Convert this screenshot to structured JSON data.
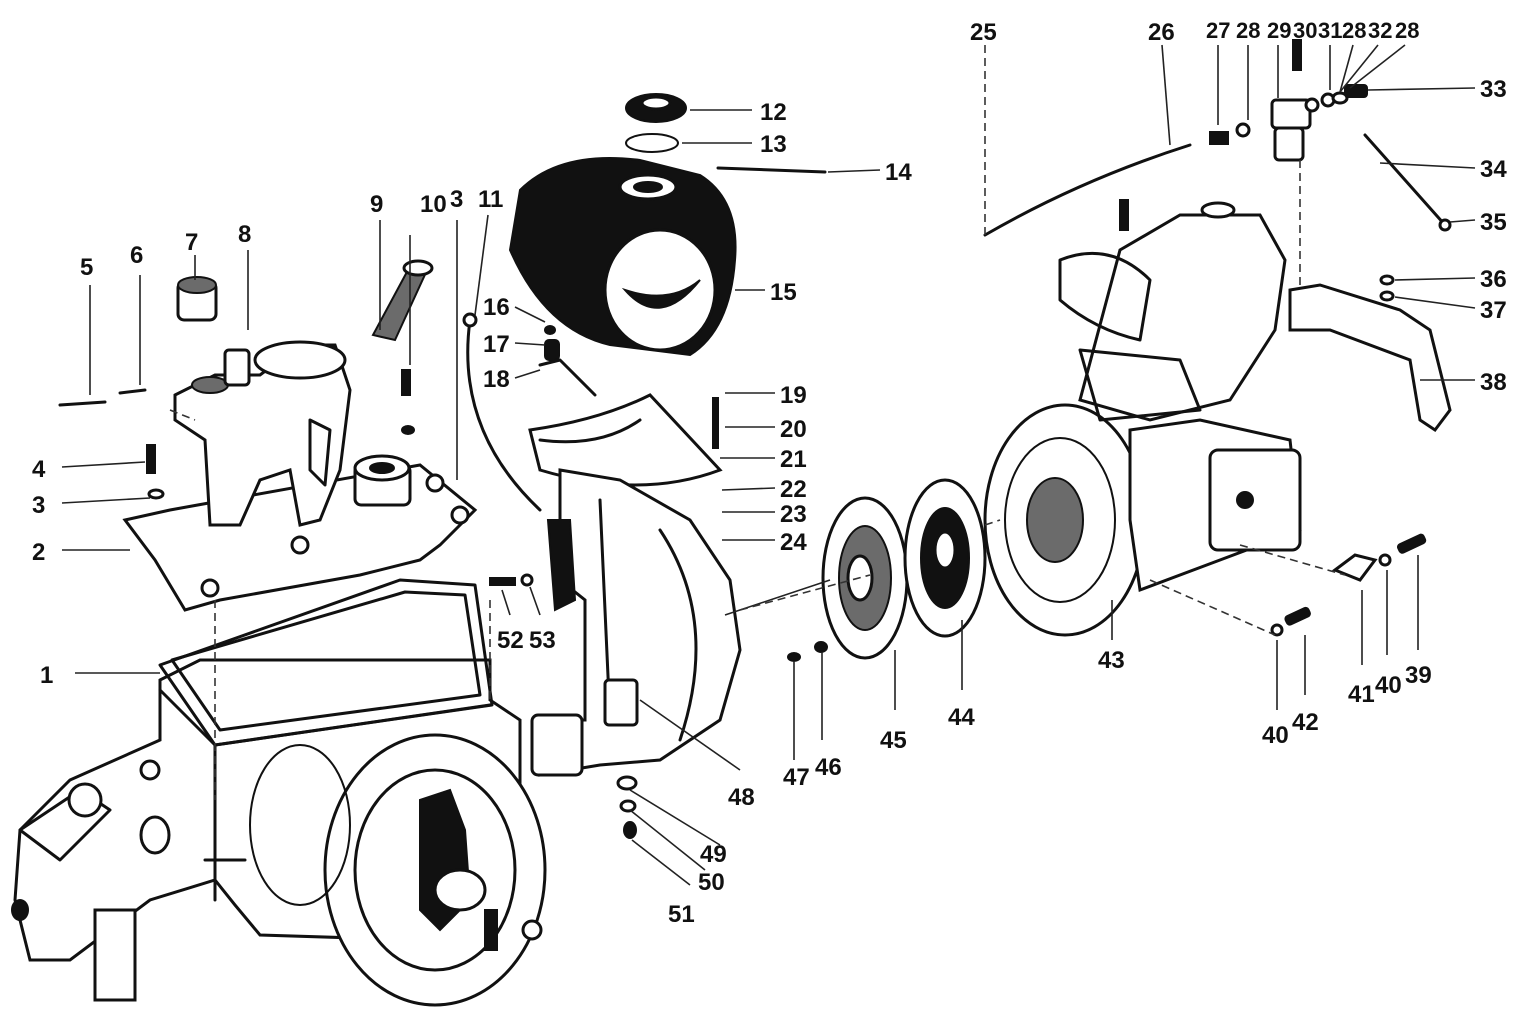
{
  "diagram": {
    "labels": [
      "1",
      "2",
      "3",
      "3",
      "4",
      "5",
      "6",
      "7",
      "8",
      "9",
      "10",
      "11",
      "12",
      "13",
      "14",
      "15",
      "16",
      "17",
      "18",
      "19",
      "20",
      "21",
      "22",
      "23",
      "24",
      "25",
      "26",
      "27",
      "28",
      "28",
      "28",
      "29",
      "30",
      "31",
      "32",
      "33",
      "34",
      "35",
      "36",
      "37",
      "38",
      "39",
      "40",
      "40",
      "41",
      "42",
      "43",
      "44",
      "45",
      "46",
      "47",
      "48",
      "49",
      "50",
      "51",
      "52",
      "53"
    ]
  },
  "colors": {
    "ink": "#111111",
    "paper": "#ffffff",
    "shade": "#6b6b6b"
  }
}
